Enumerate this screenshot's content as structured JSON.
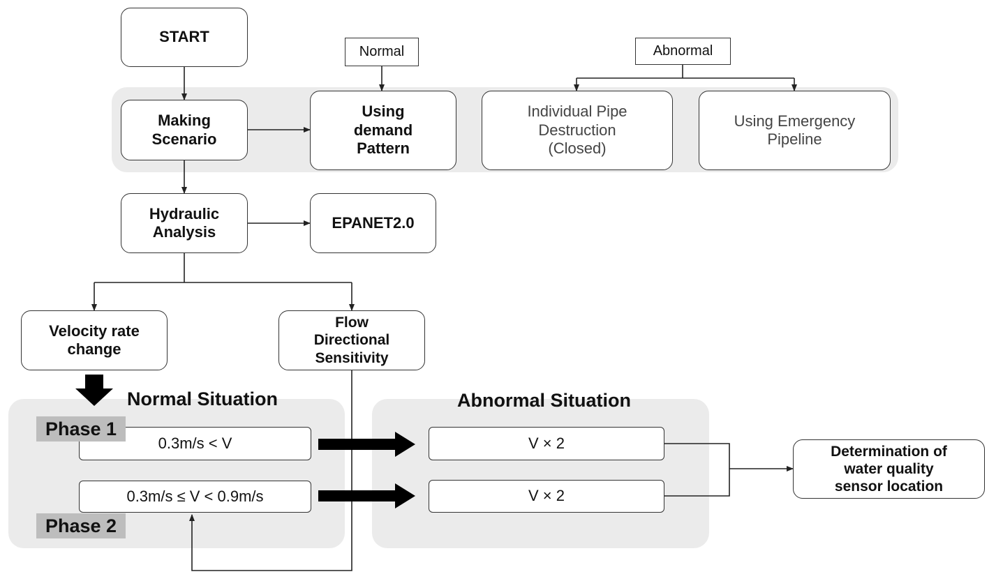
{
  "nodes": {
    "start": "START",
    "making_scenario": "Making\nScenario",
    "normal_tag": "Normal",
    "abnormal_tag": "Abnormal",
    "using_demand_pattern": "Using\ndemand\nPattern",
    "individual_pipe_destruction": "Individual Pipe\nDestruction\n(Closed)",
    "using_emergency_pipeline": "Using Emergency\nPipeline",
    "hydraulic_analysis": "Hydraulic\nAnalysis",
    "epanet": "EPANET2.0",
    "velocity_rate_change": "Velocity rate\nchange",
    "flow_directional_sensitivity": "Flow\nDirectional\nSensitivity",
    "determination": "Determination of\nwater quality\nsensor location"
  },
  "sections": {
    "normal_situation": "Normal Situation",
    "abnormal_situation": "Abnormal Situation"
  },
  "phases": {
    "phase1": {
      "label": "Phase 1",
      "normal_condition": "0.3m/s < V",
      "abnormal_condition": "V × 2"
    },
    "phase2": {
      "label": "Phase 2",
      "normal_condition": "0.3m/s ≤ V < 0.9m/s",
      "abnormal_condition": "V × 2"
    }
  },
  "colors": {
    "panel": "#ebebeb",
    "phase_tag": "#bdbdbd",
    "line": "#222222",
    "box_border": "#333333"
  }
}
